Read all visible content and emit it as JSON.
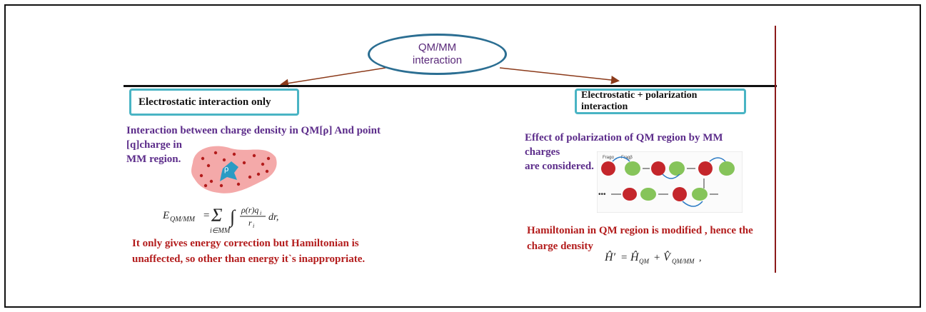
{
  "center_node": {
    "line1": "QM/MM",
    "line2": "interaction"
  },
  "left_branch": {
    "title": "Electrostatic interaction  only",
    "desc_line1": "Interaction between charge density in QM[ρ]  And point [q]charge in",
    "desc_line2": "MM region.",
    "blob_label": "ρ",
    "equation": "E_QM/MM = Σ_(i∈MM) ∫ ρ(r)q_i / r_i dr,",
    "note_line1": "It only gives energy correction but Hamiltonian is",
    "note_line2": "unaffected, so other than energy it`s inappropriate."
  },
  "right_branch": {
    "title": "Electrostatic + polarization interaction",
    "desc_line1": "Effect of  polarization of  QM region by MM charges",
    "desc_line2": "are  considered.",
    "diagram_labels": [
      "Fragα",
      "Fragβ"
    ],
    "note_line1": "Hamiltonian in QM region is modified , hence the",
    "note_line2": "charge density",
    "equation": "Ĥ′ = Ĥ_QM + V̂_QM/MM,"
  },
  "colors": {
    "ellipse": "#2b6e92",
    "box_border": "#49b4c4",
    "purple_text": "#5c2c8a",
    "red_text": "#b31c1c",
    "arrow": "#8b3a1a"
  }
}
